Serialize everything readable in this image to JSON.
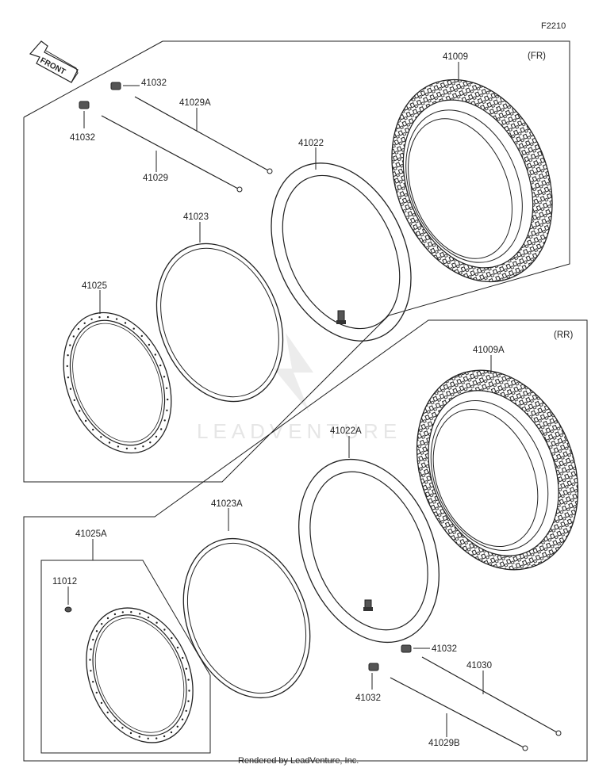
{
  "diagram": {
    "code": "F2210",
    "front_arrow_label": "FRONT",
    "watermark_text": "LEADVENTURE",
    "footer": "Rendered by LeadVenture, Inc.",
    "sections": {
      "front": "(FR)",
      "rear": "(RR)"
    },
    "parts": {
      "p41009": "41009",
      "p41009a": "41009A",
      "p41022": "41022",
      "p41022a": "41022A",
      "p41023": "41023",
      "p41023a": "41023A",
      "p41025": "41025",
      "p41025a": "41025A",
      "p41029": "41029",
      "p41029a": "41029A",
      "p41029b": "41029B",
      "p41030": "41030",
      "p41032_1": "41032",
      "p41032_2": "41032",
      "p41032_3": "41032",
      "p41032_4": "41032",
      "p11012": "11012"
    }
  }
}
